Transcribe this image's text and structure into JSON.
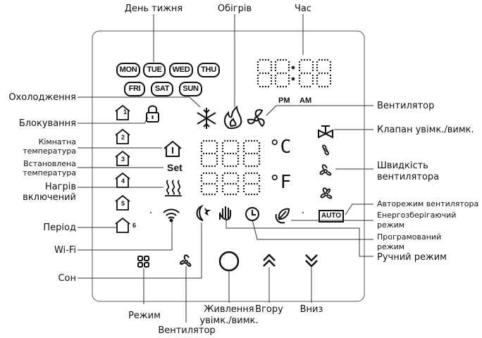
{
  "labels": {
    "day_of_week": "День тижня",
    "heating": "Обігрів",
    "time": "Час",
    "cooling": "Охолодження",
    "fan_top": "Вентилятор",
    "lock": "Блокування",
    "valve": "Клапан увімк./вимк.",
    "room_temp": [
      "Кімнатна",
      "температура"
    ],
    "set_temp": [
      "Встановлена",
      "температура"
    ],
    "fan_speed": [
      "Швидкість",
      "вентилятора"
    ],
    "heat_on": [
      "Нагрів",
      "включений"
    ],
    "fan_auto": "Авторежим вентилятора",
    "eco": [
      "Енергозберігаючий",
      "режим"
    ],
    "period": "Період",
    "program": [
      "Програмований",
      "режим"
    ],
    "wifi": "Wi-Fi",
    "manual": "Ручний режим",
    "sleep": "Сон",
    "mode": "Режим",
    "power": [
      "Живлення",
      "увімк./вимк."
    ],
    "up": "Вгору",
    "down": "Вниз",
    "fan_bottom": "Вентилятор"
  },
  "display": {
    "days_row1": [
      "MON",
      "TUE",
      "WED",
      "THU"
    ],
    "days_row2": [
      "FRI",
      "SAT",
      "SUN"
    ],
    "pm": "PM",
    "am": "AM",
    "set": "Set",
    "auto": "AUTO",
    "temp_unit_top": "°C",
    "temp_unit_bottom": "°F",
    "time_digits": "88:88",
    "temp_digits": "888",
    "periods": [
      "1",
      "2",
      "3",
      "4",
      "5",
      "6"
    ]
  },
  "icons": [
    "lock-icon",
    "snowflake-icon",
    "flame-icon",
    "fan-icon",
    "house-period-icon",
    "thermometer-house-icon",
    "heat-waves-icon",
    "valve-icon",
    "fan-speed-icon",
    "wifi-icon",
    "moon-icon",
    "hand-icon",
    "clock-icon",
    "eco-leaf-icon",
    "power-icon",
    "up-chevron-icon",
    "down-chevron-icon",
    "mode-grid-icon",
    "fan-button-icon"
  ]
}
